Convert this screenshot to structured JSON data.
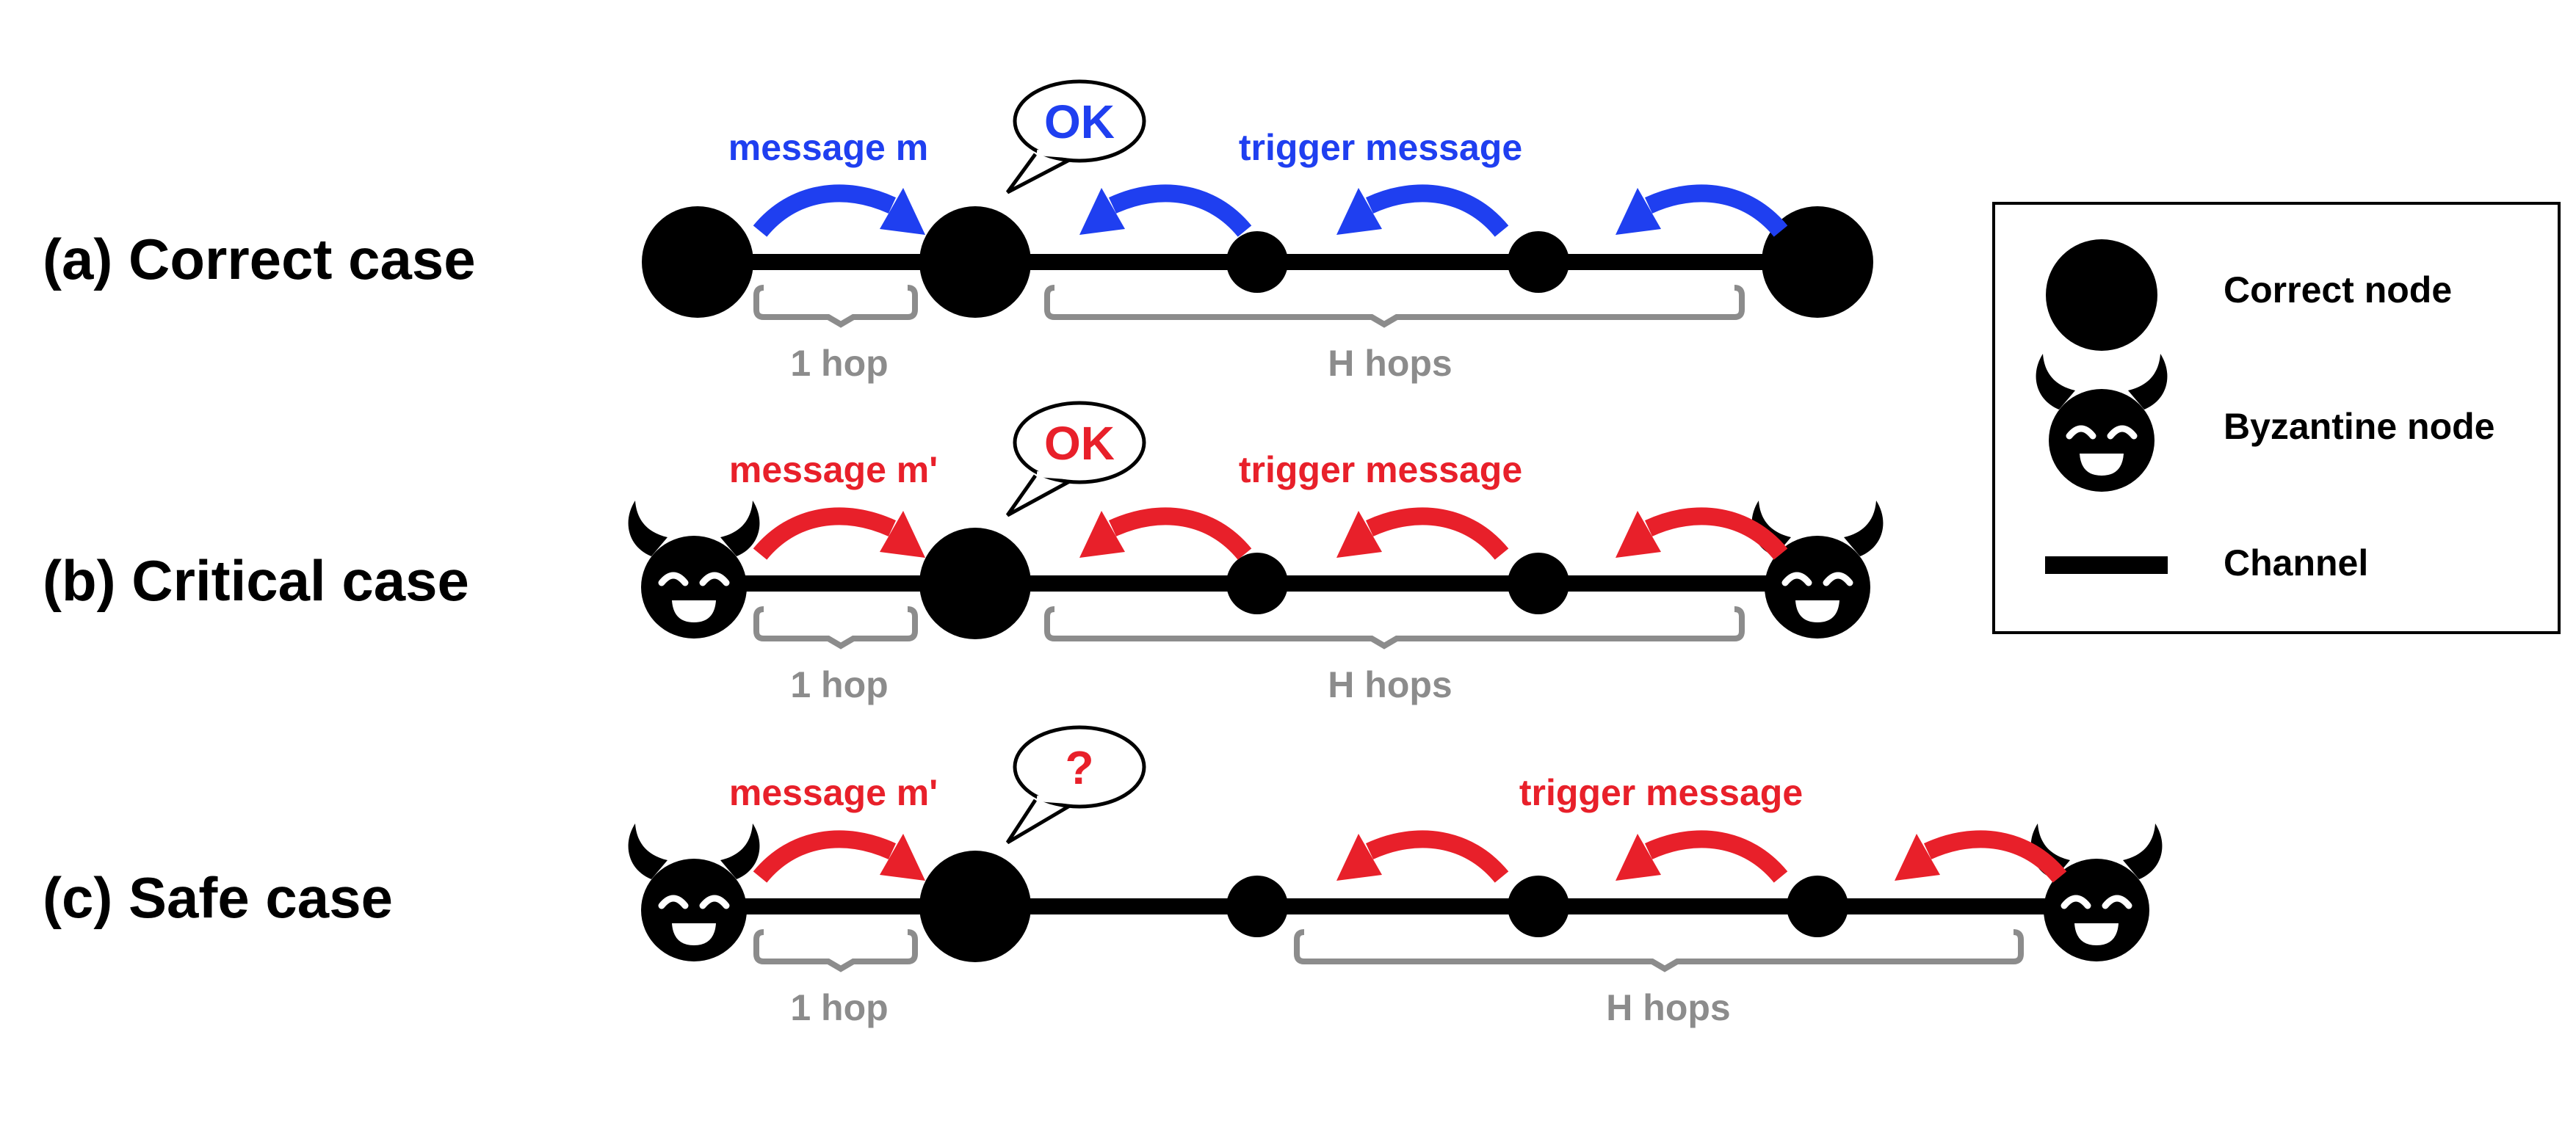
{
  "colors": {
    "blue": "#1f3ff0",
    "red": "#e8202a",
    "gray": "#8c8c8c",
    "black": "#000000"
  },
  "case_a": {
    "label": "(a)  Correct case",
    "message": "message m",
    "trigger": "trigger  message",
    "bubble": "OK",
    "hop_short": "1 hop",
    "hop_long": "H hops"
  },
  "case_b": {
    "label": "(b)  Critical case",
    "message": "message m'",
    "trigger": "trigger  message",
    "bubble": "OK",
    "hop_short": "1 hop",
    "hop_long": "H hops"
  },
  "case_c": {
    "label": "(c)  Safe case",
    "message": "message m'",
    "trigger": "trigger  message",
    "bubble": "?",
    "hop_short": "1 hop",
    "hop_long": "H hops"
  },
  "legend": {
    "correct_node": "Correct node",
    "byzantine_node": "Byzantine node",
    "channel": "Channel"
  }
}
